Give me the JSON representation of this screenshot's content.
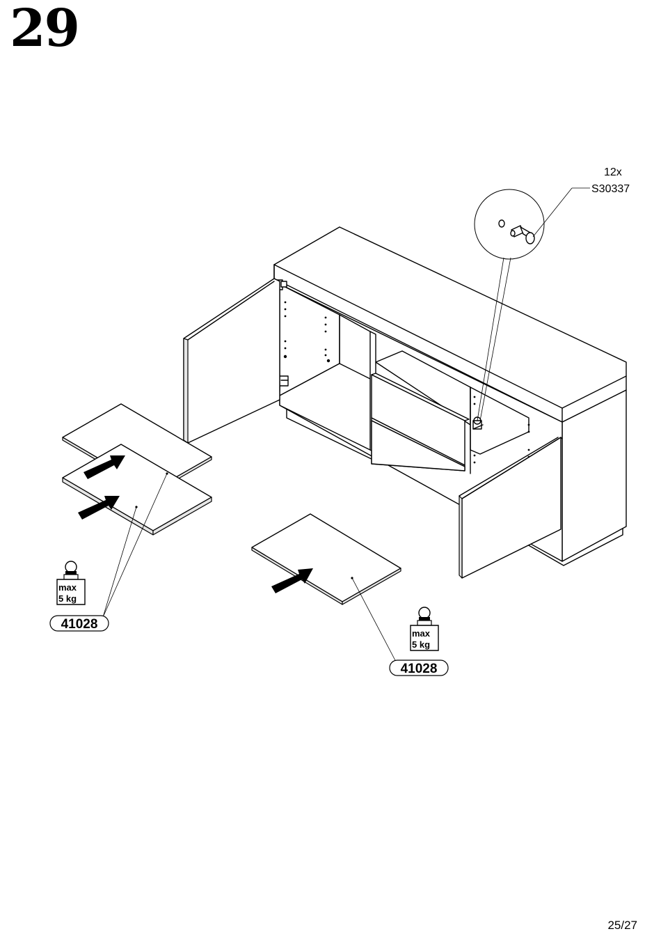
{
  "step": {
    "number": "29"
  },
  "callout": {
    "quantity": "12x",
    "part_code": "S30337"
  },
  "shelf_part": {
    "code": "41028"
  },
  "weight_limit": {
    "line1": "max",
    "line2": "5 kg"
  },
  "page": {
    "counter": "25/27"
  }
}
